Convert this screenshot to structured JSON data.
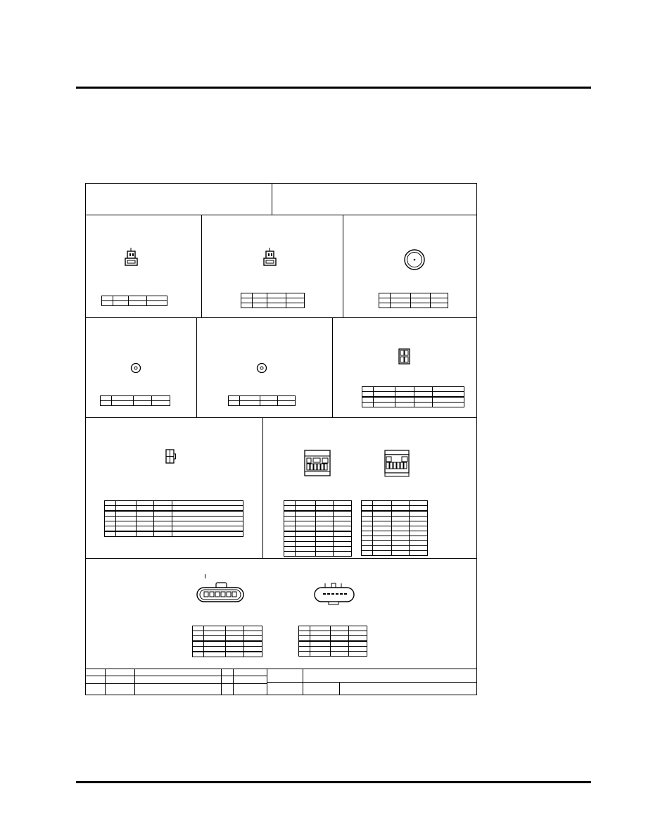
{
  "page": {
    "header_rule": "",
    "footer_rule": ""
  },
  "sheet": {
    "title_left": "",
    "title_right": "",
    "panels": [
      {
        "id": "a",
        "icon": "sensor-connector-2pin-icon"
      },
      {
        "id": "b",
        "icon": "sensor-connector-2pin-icon"
      },
      {
        "id": "c",
        "icon": "round-connector-icon"
      },
      {
        "id": "d",
        "icon": "ring-terminal-icon"
      },
      {
        "id": "e",
        "icon": "ring-terminal-icon"
      },
      {
        "id": "f",
        "icon": "square-4cavity-connector-icon"
      },
      {
        "id": "g",
        "icon": "inline-connector-icon"
      },
      {
        "id": "h",
        "icon": "multi-pin-connector-icon"
      },
      {
        "id": "i",
        "icon": "multi-pin-connector-icon"
      },
      {
        "id": "j",
        "icon": "oval-6pin-connector-icon"
      },
      {
        "id": "k",
        "icon": "oval-6pin-connector-icon"
      }
    ],
    "title_block": {
      "revision_rows": [],
      "notes": ""
    }
  }
}
